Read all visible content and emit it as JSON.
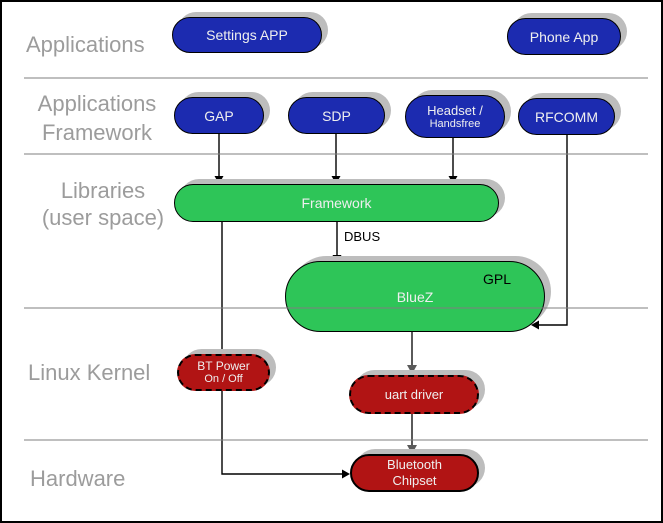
{
  "layers": [
    {
      "id": "applications",
      "label_lines": [
        "Applications"
      ]
    },
    {
      "id": "applications-framework",
      "label_lines": [
        "Applications",
        "Framework"
      ]
    },
    {
      "id": "libraries-user-space",
      "label_lines": [
        "Libraries",
        "(user space)"
      ]
    },
    {
      "id": "linux-kernel",
      "label_lines": [
        "Linux Kernel"
      ]
    },
    {
      "id": "hardware",
      "label_lines": [
        "Hardware"
      ]
    }
  ],
  "nodes": {
    "settings_app": {
      "label": "Settings APP"
    },
    "phone_app": {
      "label": "Phone App"
    },
    "gap": {
      "label": "GAP"
    },
    "sdp": {
      "label": "SDP"
    },
    "headset": {
      "label": "Headset /",
      "label2": "Handsfree"
    },
    "rfcomm": {
      "label": "RFCOMM"
    },
    "framework": {
      "label": "Framework"
    },
    "bluez": {
      "label": "BlueZ",
      "badge": "GPL"
    },
    "bt_power": {
      "label": "BT Power",
      "label2": "On / Off"
    },
    "uart_driver": {
      "label": "uart driver"
    },
    "bluetooth_chipset": {
      "label": "Bluetooth",
      "label2": "Chipset"
    }
  },
  "edge_labels": {
    "dbus": "DBUS"
  },
  "edges": [
    {
      "from": "gap",
      "to": "framework"
    },
    {
      "from": "sdp",
      "to": "framework"
    },
    {
      "from": "headset",
      "to": "framework"
    },
    {
      "from": "rfcomm",
      "to": "bluez"
    },
    {
      "from": "framework",
      "to": "bluez",
      "label": "DBUS"
    },
    {
      "from": "framework",
      "to": "bluetooth_chipset"
    },
    {
      "from": "bluez",
      "to": "uart_driver"
    },
    {
      "from": "uart_driver",
      "to": "bluetooth_chipset"
    }
  ],
  "colors": {
    "app_blue": "#1c2bb0",
    "lib_green": "#2ec558",
    "kernel_red": "#b11414",
    "layer_label_gray": "#9c9c9c",
    "divider_gray": "#7f7f7f",
    "connector_black": "#000000",
    "connector_gray": "#5a5a5a",
    "shadow_gray": "#bdbdbd",
    "pill_text": "#efefef",
    "annotation_black": "#000000"
  }
}
